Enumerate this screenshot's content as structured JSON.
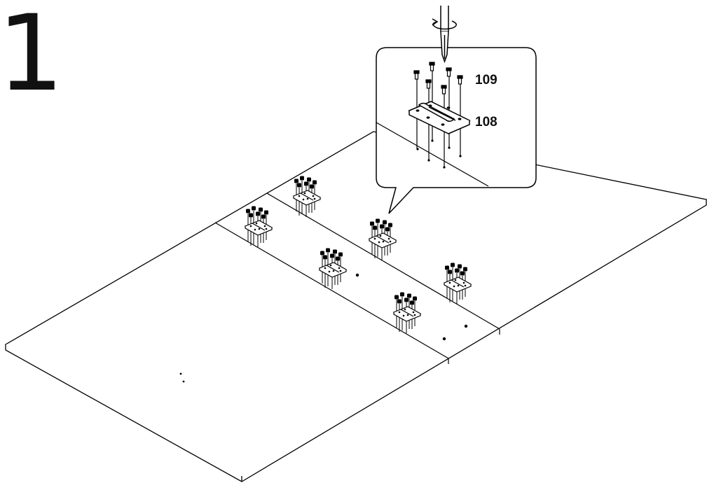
{
  "step": {
    "number": "1"
  },
  "parts": [
    {
      "id": "109",
      "icon": "screw-icon"
    },
    {
      "id": "108",
      "icon": "hinge-icon"
    }
  ],
  "tool": {
    "icon": "screwdriver-icon"
  },
  "colors": {
    "line": "#000000",
    "background": "#ffffff"
  }
}
